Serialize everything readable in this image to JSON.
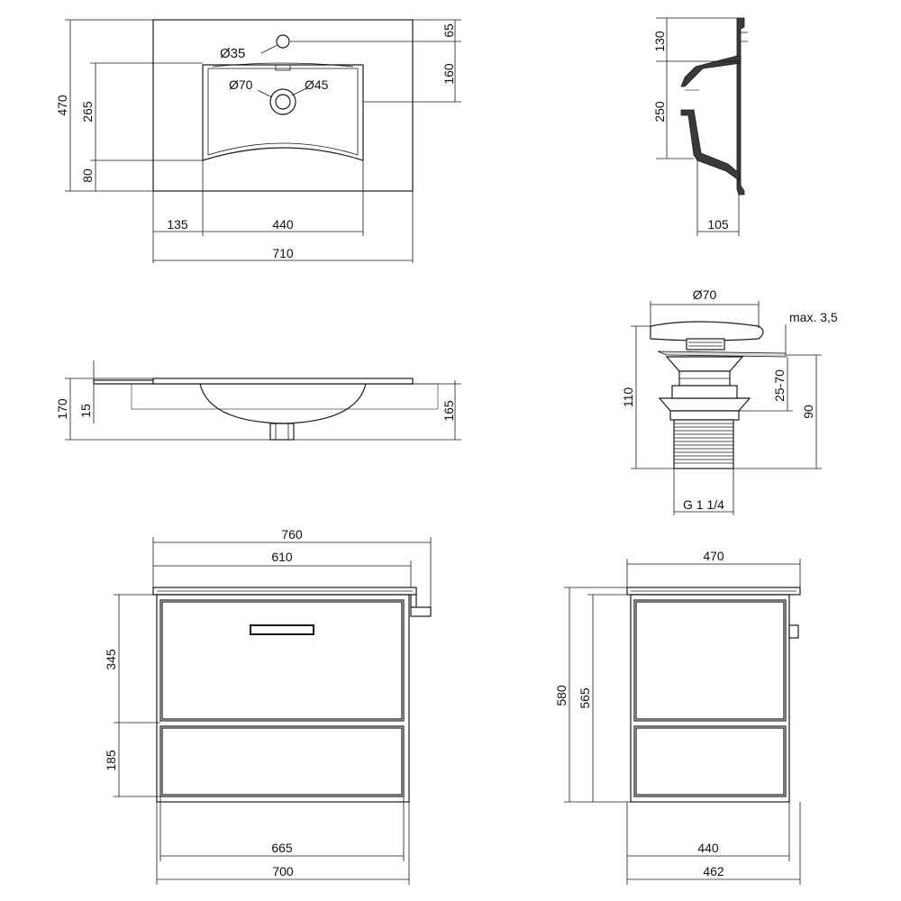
{
  "top_view": {
    "d_tap_hole": "Ø35",
    "d_drain_outer": "Ø70",
    "d_drain_inner": "Ø45",
    "h_rear": "65",
    "h_bowl_front": "160",
    "total_depth": "470",
    "bowl_depth": "265",
    "front_margin": "80",
    "side_offset": "135",
    "bowl_width": "440",
    "total_width": "710"
  },
  "side_section": {
    "top_part": "130",
    "bowl_height": "250",
    "drain_offset": "105"
  },
  "front_section": {
    "total_height": "170",
    "rim_thickness": "15",
    "rim_to_bottom": "165"
  },
  "drain_fitting": {
    "cap_diameter": "Ø70",
    "max_thickness": "max. 3,5",
    "total_height": "110",
    "clamp_range": "25-70",
    "body_height": "90",
    "thread": "G 1 1/4"
  },
  "cabinet_front": {
    "top_width": "760",
    "inner_width": "610",
    "drawer_height": "345",
    "shelf_height": "185",
    "inner_bottom_width": "665",
    "total_bottom_width": "700"
  },
  "cabinet_side": {
    "depth_top": "470",
    "total_height": "580",
    "body_height": "565",
    "inner_depth": "440",
    "total_depth": "462"
  }
}
